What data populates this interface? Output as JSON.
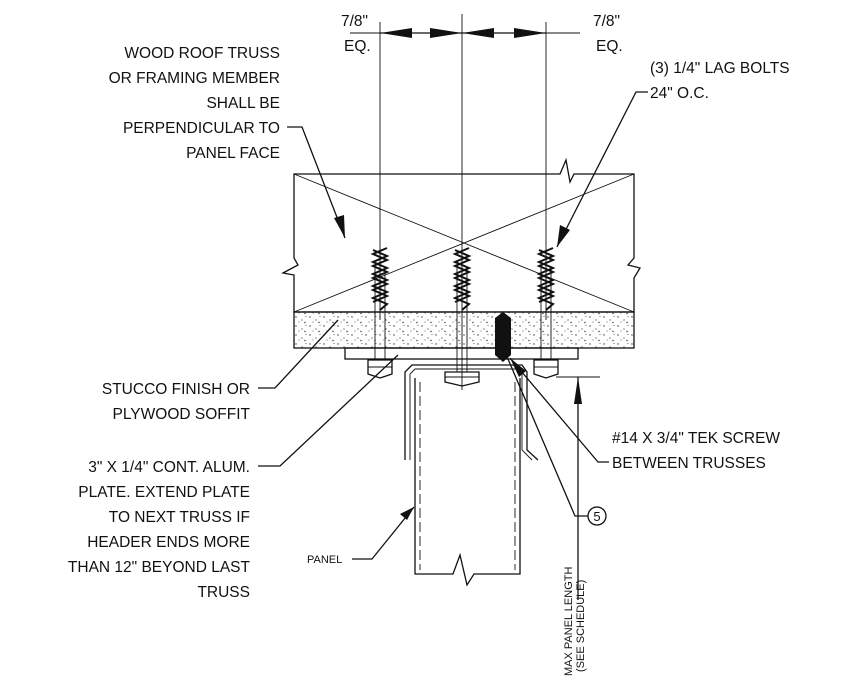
{
  "dimensions": {
    "left_value": "7/8\"",
    "left_note": "EQ.",
    "right_value": "7/8\"",
    "right_note": "EQ."
  },
  "callouts": {
    "truss": [
      "WOOD ROOF TRUSS",
      "OR FRAMING MEMBER",
      "SHALL BE",
      "PERPENDICULAR TO",
      "PANEL FACE"
    ],
    "lag_bolts": [
      "(3) 1/4\" LAG BOLTS",
      "24\" O.C."
    ],
    "stucco": [
      "STUCCO FINISH OR",
      "PLYWOOD SOFFIT"
    ],
    "plate": [
      "3\" X 1/4\" CONT. ALUM.",
      "PLATE. EXTEND PLATE",
      "TO NEXT TRUSS IF",
      "HEADER ENDS MORE",
      "THAN 12\" BEYOND LAST",
      "TRUSS"
    ],
    "tek_screw": [
      "#14 X 3/4\" TEK SCREW",
      "BETWEEN TRUSSES"
    ],
    "detail_ref": "5",
    "panel": "PANEL",
    "max_length": [
      "MAX PANEL LENGTH",
      "(SEE SCHEDULE)"
    ]
  }
}
